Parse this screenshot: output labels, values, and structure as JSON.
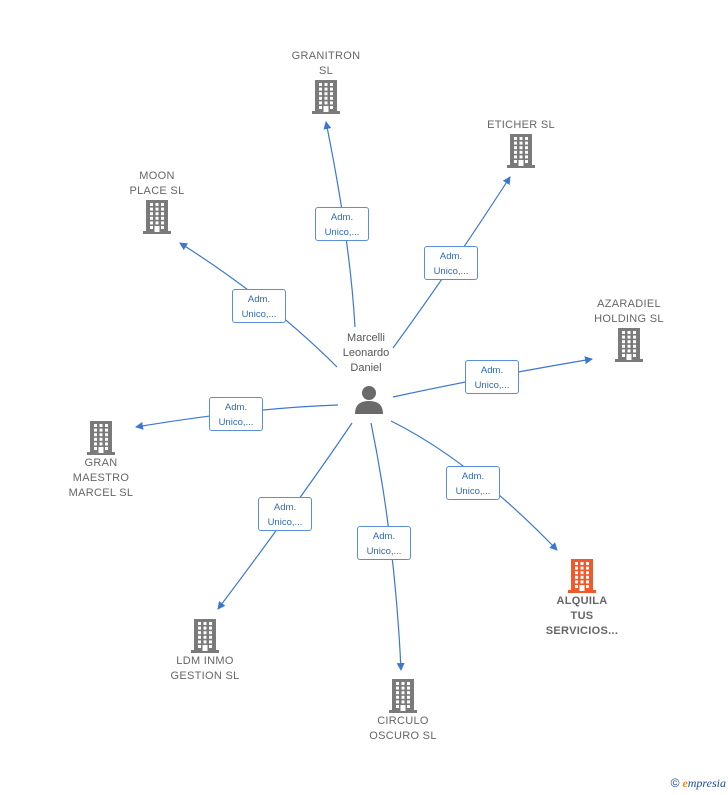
{
  "center": {
    "name": "Marcelli\nLeonardo\nDaniel"
  },
  "relation_label": {
    "line1": "Adm.",
    "line2": "Unico,..."
  },
  "companies": [
    {
      "id": "granitron",
      "name": "GRANITRON\nSL",
      "highlight": false
    },
    {
      "id": "eticher",
      "name": "ETICHER  SL",
      "highlight": false
    },
    {
      "id": "moon",
      "name": "MOON\nPLACE  SL",
      "highlight": false
    },
    {
      "id": "azaradiel",
      "name": "AZARADIEL\nHOLDING  SL",
      "highlight": false
    },
    {
      "id": "gran",
      "name": "GRAN\nMAESTRO\nMARCEL  SL",
      "highlight": false
    },
    {
      "id": "alquila",
      "name": "ALQUILA\nTUS\nSERVICIOS...",
      "highlight": true
    },
    {
      "id": "ldm",
      "name": "LDM INMO\nGESTION  SL",
      "highlight": false
    },
    {
      "id": "circulo",
      "name": "CIRCULO\nOSCURO  SL",
      "highlight": false
    }
  ],
  "colors": {
    "node": "#7a7a7a",
    "highlight": "#f05a2a",
    "edge": "#3a78d0"
  },
  "brand": {
    "copyright": "©",
    "name_first": "e",
    "name_rest": "mpresia"
  }
}
